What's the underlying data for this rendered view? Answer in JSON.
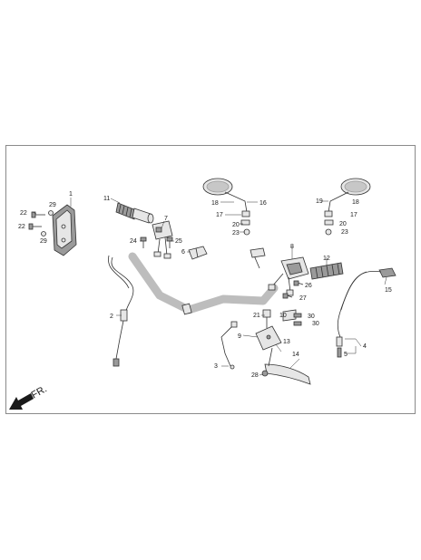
{
  "direction_label": "FR.",
  "callouts": [
    {
      "id": "c1",
      "text": "1"
    },
    {
      "id": "c22a",
      "text": "22"
    },
    {
      "id": "c29a",
      "text": "29"
    },
    {
      "id": "c22b",
      "text": "22"
    },
    {
      "id": "c29b",
      "text": "29"
    },
    {
      "id": "c11",
      "text": "11"
    },
    {
      "id": "c7",
      "text": "7"
    },
    {
      "id": "c24",
      "text": "24"
    },
    {
      "id": "c25",
      "text": "25"
    },
    {
      "id": "c6",
      "text": "6"
    },
    {
      "id": "c18a",
      "text": "18"
    },
    {
      "id": "c16",
      "text": "16"
    },
    {
      "id": "c17a",
      "text": "17"
    },
    {
      "id": "c20a",
      "text": "20"
    },
    {
      "id": "c23a",
      "text": "23"
    },
    {
      "id": "c19",
      "text": "19"
    },
    {
      "id": "c18b",
      "text": "18"
    },
    {
      "id": "c17b",
      "text": "17"
    },
    {
      "id": "c20b",
      "text": "20"
    },
    {
      "id": "c23b",
      "text": "23"
    },
    {
      "id": "c8",
      "text": "8"
    },
    {
      "id": "c12",
      "text": "12"
    },
    {
      "id": "c26",
      "text": "26"
    },
    {
      "id": "c27",
      "text": "27"
    },
    {
      "id": "c15",
      "text": "15"
    },
    {
      "id": "c2",
      "text": "2"
    },
    {
      "id": "c21",
      "text": "21"
    },
    {
      "id": "c10",
      "text": "10"
    },
    {
      "id": "c30a",
      "text": "30"
    },
    {
      "id": "c30b",
      "text": "30"
    },
    {
      "id": "c9",
      "text": "9"
    },
    {
      "id": "c13",
      "text": "13"
    },
    {
      "id": "c14",
      "text": "14"
    },
    {
      "id": "c3",
      "text": "3"
    },
    {
      "id": "c28",
      "text": "28"
    },
    {
      "id": "c4",
      "text": "4"
    },
    {
      "id": "c5",
      "text": "5"
    }
  ]
}
